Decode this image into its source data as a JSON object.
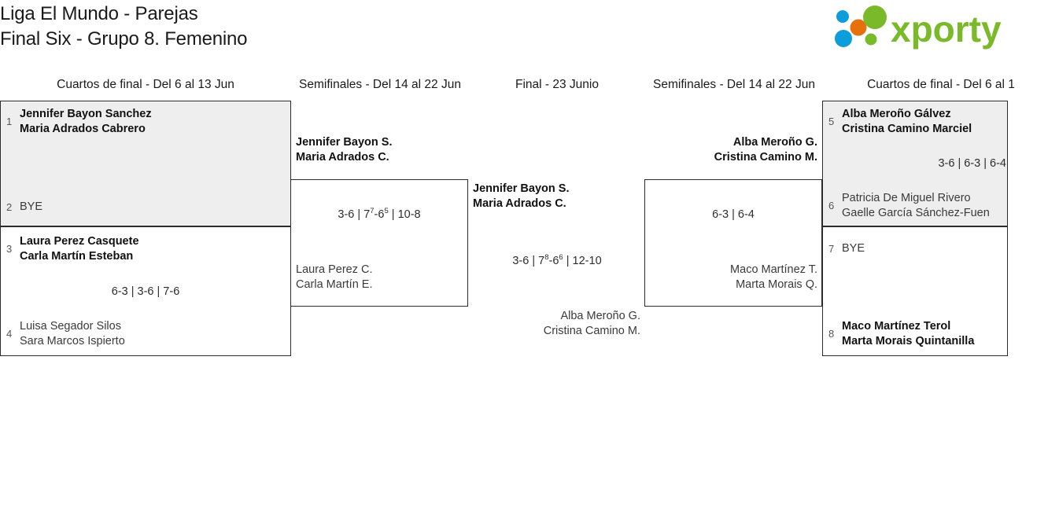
{
  "header": {
    "title": "Liga El Mundo - Parejas\nFinal Six - Grupo 8. Femenino",
    "logo_text": "xporty",
    "logo_colors": {
      "green": "#7ab929",
      "blue": "#0d9ddb",
      "orange": "#e8700a"
    }
  },
  "rounds": [
    {
      "id": "qf-left",
      "label": "Cuartos de final - Del 6 al 13 Jun"
    },
    {
      "id": "sf-left",
      "label": "Semifinales - Del 14 al 22 Jun"
    },
    {
      "id": "final",
      "label": "Final - 23 Junio"
    },
    {
      "id": "sf-right",
      "label": "Semifinales - Del 14 al 22 Jun"
    },
    {
      "id": "qf-right",
      "label": "Cuartos de final - Del 6 al 1"
    }
  ],
  "matches": {
    "qf1": {
      "top": {
        "seed": "1",
        "line1": "Jennifer Bayon Sanchez",
        "line2": "Maria Adrados Cabrero",
        "winner": true
      },
      "bottom": {
        "seed": "2",
        "line1": "BYE",
        "line2": "",
        "winner": false
      },
      "score": ""
    },
    "qf2": {
      "top": {
        "seed": "3",
        "line1": "Laura Perez Casquete",
        "line2": "Carla Martín Esteban",
        "winner": true
      },
      "bottom": {
        "seed": "4",
        "line1": "Luisa Segador Silos",
        "line2": "Sara Marcos Ispierto",
        "winner": false
      },
      "score": "6-3 | 3-6 | 7-6"
    },
    "qf3": {
      "top": {
        "seed": "5",
        "line1": "Alba Meroño Gálvez",
        "line2": "Cristina Camino Marciel",
        "winner": true
      },
      "bottom": {
        "seed": "6",
        "line1": "Patricia De Miguel Rivero",
        "line2": "Gaelle García Sánchez-Fuen",
        "winner": false
      },
      "score": "3-6 | 6-3 | 6-4"
    },
    "qf4": {
      "top": {
        "seed": "7",
        "line1": "BYE",
        "line2": "",
        "winner": false
      },
      "bottom": {
        "seed": "8",
        "line1": "Maco Martínez Terol",
        "line2": "Marta Morais Quintanilla",
        "winner": true
      },
      "score": ""
    },
    "sf1": {
      "top": {
        "line1": "Jennifer Bayon S.",
        "line2": "Maria Adrados C.",
        "winner": true
      },
      "bottom": {
        "line1": "Laura Perez C.",
        "line2": "Carla Martín E.",
        "winner": false
      },
      "score_parts": [
        {
          "text": "3-6 | 7",
          "sup": ""
        },
        {
          "text": "",
          "sup": "7"
        },
        {
          "text": "-6",
          "sup": "5"
        },
        {
          "text": " | 10-8",
          "sup": ""
        }
      ],
      "score_plain": "3-6 | 7⁷-6⁵ | 10-8"
    },
    "sf2": {
      "top": {
        "line1": "Alba Meroño G.",
        "line2": "Cristina Camino M.",
        "winner": true
      },
      "bottom": {
        "line1": "Maco Martínez T.",
        "line2": "Marta Morais Q.",
        "winner": false
      },
      "score_plain": "6-3 | 6-4"
    },
    "final": {
      "top": {
        "line1": "Jennifer Bayon S.",
        "line2": "Maria Adrados C.",
        "winner": true
      },
      "bottom": {
        "line1": "Alba Meroño G.",
        "line2": "Cristina Camino M.",
        "winner": false
      },
      "score_parts": [
        {
          "text": "3-6 | 7",
          "sup": ""
        },
        {
          "text": "",
          "sup": "8"
        },
        {
          "text": "-6",
          "sup": "6"
        },
        {
          "text": " | 12-10",
          "sup": ""
        }
      ],
      "score_plain": "3-6 | 7⁸-6⁶ | 12-10"
    }
  }
}
